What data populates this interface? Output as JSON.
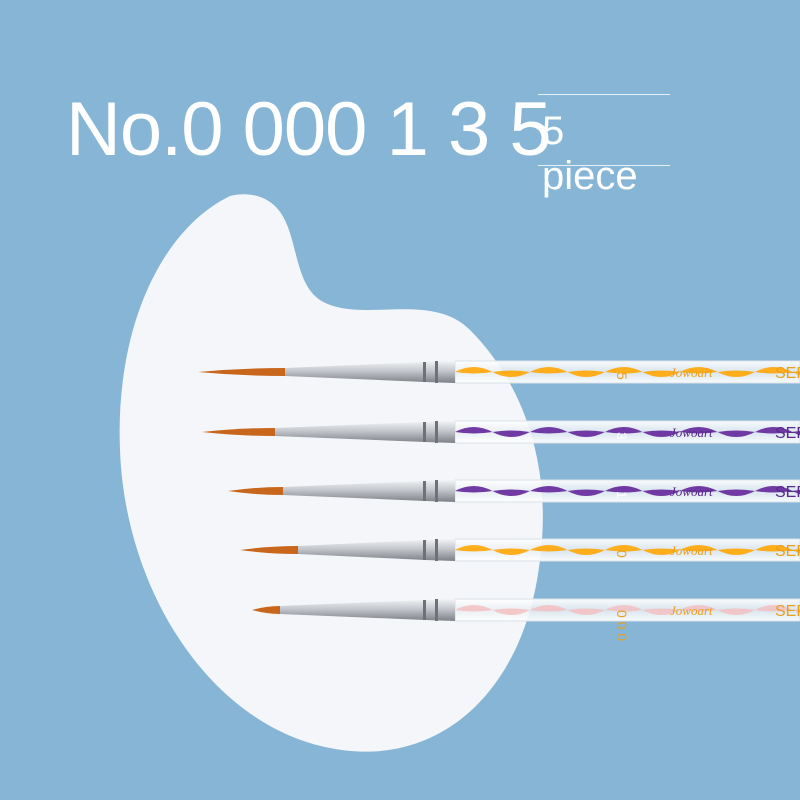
{
  "headline": "No.0 000 1 3 5",
  "badge": "5 piece",
  "colors": {
    "background": "#86b5d6",
    "palette": "#f4f6f9",
    "yellow": "#ffaa10",
    "purple": "#6a2f9e",
    "pink": "#f5b9b9",
    "ferrule": "#b8bcc2",
    "bristle": "#c8661b"
  },
  "brushes": [
    {
      "size": "5",
      "color": "yellow",
      "brand": "Jowoart",
      "series": "SERIES"
    },
    {
      "size": "3",
      "color": "purple",
      "brand": "Jowoart",
      "series": "SERIES"
    },
    {
      "size": "1",
      "color": "purple",
      "brand": "Jowoart",
      "series": "SERIES"
    },
    {
      "size": "0",
      "color": "yellow",
      "brand": "Jowoart",
      "series": "SERIES"
    },
    {
      "size": "0 0 0",
      "color": "pink",
      "brand": "Jowoart",
      "series": "SERIES"
    }
  ]
}
